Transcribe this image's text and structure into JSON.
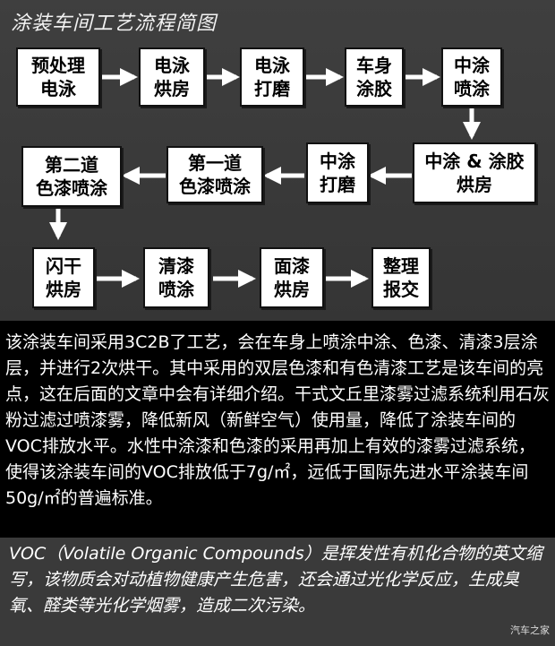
{
  "title": "涂装车间工艺流程简图",
  "steps": [
    "预处理\n电泳",
    "电泳\n烘房",
    "电泳\n打磨",
    "车身\n涂胶",
    "中涂\n喷涂",
    "中涂 & 涂胶\n烘房",
    "中涂\n打磨",
    "第一道\n色漆喷涂",
    "第二道\n色漆喷涂",
    "闪干\n烘房",
    "清漆\n喷涂",
    "面漆\n烘房",
    "整理\n报交"
  ],
  "paragraph1": "该涂装车间采用3C2B了工艺，会在车身上喷涂中涂、色漆、清漆3层涂层，并进行2次烘干。其中采用的双层色漆和有色清漆工艺是该车间的亮点，这在后面的文章中会有详细介绍。干式文丘里漆雾过滤系统利用石灰粉过滤过喷漆雾，降低新风（新鲜空气）使用量，降低了涂装车间的VOC排放水平。水性中涂漆和色漆的采用再加上有效的漆雾过滤系统，使得该涂装车间的VOC排放低于7g/㎡，远低于国际先进水平涂装车间50g/㎡的普遍标准。",
  "paragraph2": "VOC（Volatile Organic Compounds）是挥发性有机化合物的英文缩写，该物质会对动植物健康产生危害，还会通过光化学反应，生成臭氧、醛类等光化学烟雾，造成二次污染。",
  "watermark": "汽车之家",
  "colors": {
    "box_fill": "#ffffff",
    "box_border": "#111111",
    "arrow": "#ffffff",
    "text_panel": "#000000",
    "background": "#3a3a3a"
  }
}
